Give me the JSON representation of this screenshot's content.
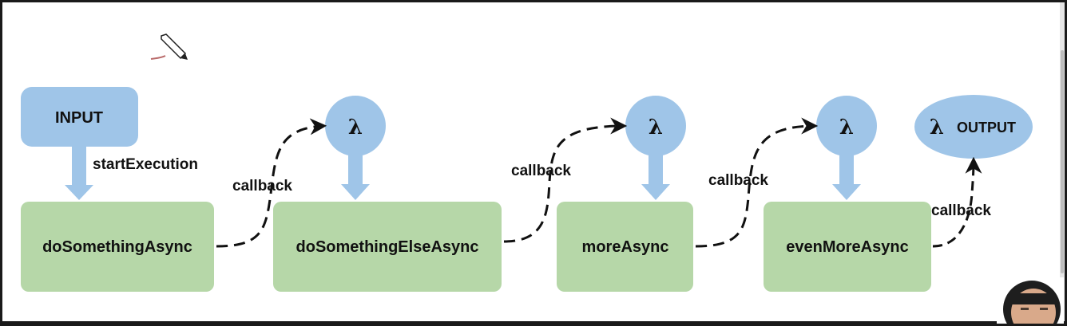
{
  "diagram": {
    "input": {
      "label": "INPUT"
    },
    "edges": {
      "start": "startExecution",
      "callback_1": "callback",
      "callback_2": "callback",
      "callback_3": "callback",
      "callback_4": "callback"
    },
    "steps": [
      {
        "label": "doSomethingAsync"
      },
      {
        "label": "doSomethingElseAsync"
      },
      {
        "label": "moreAsync"
      },
      {
        "label": "evenMoreAsync"
      }
    ],
    "lambdas": [
      {
        "symbol": "λ"
      },
      {
        "symbol": "λ"
      },
      {
        "symbol": "λ"
      }
    ],
    "output": {
      "symbol": "λ",
      "label": "OUTPUT"
    }
  },
  "colors": {
    "blue": "#9fc5e8",
    "green": "#b6d7a8",
    "ink": "#111111"
  }
}
